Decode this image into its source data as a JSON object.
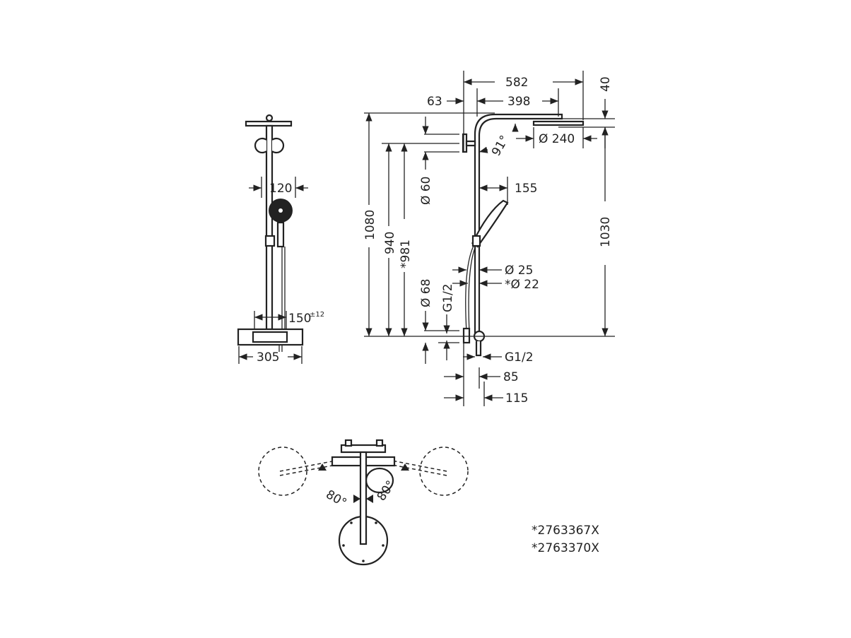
{
  "front_view": {
    "dim_handshower": "120",
    "dim_spacing": "150",
    "dim_spacing_tol": "±12",
    "dim_width": "305"
  },
  "side_view": {
    "dim_total_reach": "582",
    "dim_arm": "398",
    "dim_wall_offset": "63",
    "dim_head_thickness": "40",
    "dim_angle": "91°",
    "dim_head_dia": "Ø 240",
    "dim_wall_dia": "Ø 60",
    "dim_handshower_reach": "155",
    "dim_height_total": "1080",
    "dim_height_940": "940",
    "dim_height_981": "*981",
    "dim_height_1030": "1030",
    "dim_pipe_25": "Ø 25",
    "dim_pipe_22": "*Ø 22",
    "dim_flange": "Ø 68",
    "dim_thread_top": "G1/2",
    "dim_thread_bottom": "G1/2",
    "dim_85": "85",
    "dim_115": "115"
  },
  "top_view": {
    "angle_left": "80°",
    "angle_right": "80°"
  },
  "notes": [
    "*2763367X",
    "*2763370X"
  ]
}
